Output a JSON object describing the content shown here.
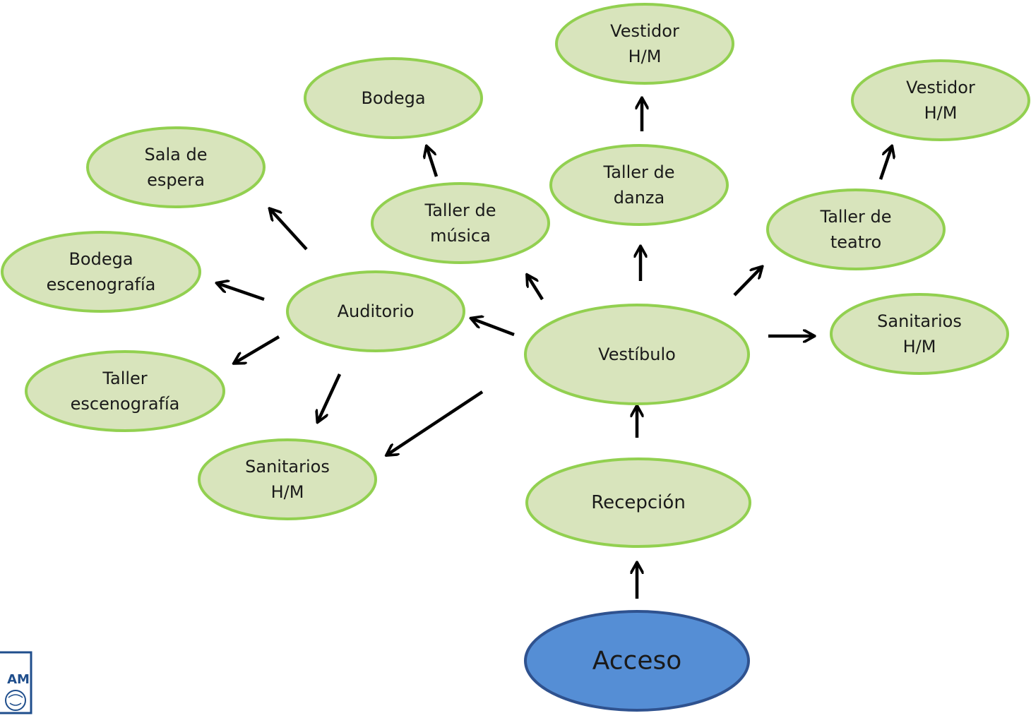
{
  "colors": {
    "node_fill": "#d8e4bc",
    "node_stroke": "#92d050",
    "access_fill": "#558ed5",
    "access_stroke": "#2f528f",
    "arrow": "#000000",
    "logo_blue": "#1f4e8c"
  },
  "logo": {
    "text": "AM"
  },
  "nodes": [
    {
      "id": "acceso",
      "lines": [
        "Acceso"
      ],
      "variant": "access"
    },
    {
      "id": "recepcion",
      "lines": [
        "Recepción"
      ]
    },
    {
      "id": "vestibulo",
      "lines": [
        "Vestíbulo"
      ]
    },
    {
      "id": "auditorio",
      "lines": [
        "Auditorio"
      ]
    },
    {
      "id": "taller-musica",
      "lines": [
        "Taller de",
        "música"
      ]
    },
    {
      "id": "taller-danza",
      "lines": [
        "Taller de",
        "danza"
      ]
    },
    {
      "id": "taller-teatro",
      "lines": [
        "Taller de",
        "teatro"
      ]
    },
    {
      "id": "sanitarios-vestibulo",
      "lines": [
        "Sanitarios",
        "H/M"
      ]
    },
    {
      "id": "bodega-musica",
      "lines": [
        "Bodega"
      ]
    },
    {
      "id": "vestidor-danza",
      "lines": [
        "Vestidor",
        "H/M"
      ]
    },
    {
      "id": "vestidor-teatro",
      "lines": [
        "Vestidor",
        "H/M"
      ]
    },
    {
      "id": "sala-espera",
      "lines": [
        "Sala de",
        "espera"
      ]
    },
    {
      "id": "bodega-escenografia",
      "lines": [
        "Bodega",
        "escenografía"
      ]
    },
    {
      "id": "taller-escenografia",
      "lines": [
        "Taller",
        "escenografía"
      ]
    },
    {
      "id": "sanitarios-auditorio",
      "lines": [
        "Sanitarios",
        "H/M"
      ]
    }
  ],
  "edges": [
    {
      "from": "acceso",
      "to": "recepcion"
    },
    {
      "from": "recepcion",
      "to": "vestibulo"
    },
    {
      "from": "vestibulo",
      "to": "taller-danza"
    },
    {
      "from": "taller-danza",
      "to": "vestidor-danza"
    },
    {
      "from": "vestibulo",
      "to": "taller-musica"
    },
    {
      "from": "taller-musica",
      "to": "bodega-musica"
    },
    {
      "from": "vestibulo",
      "to": "taller-teatro"
    },
    {
      "from": "taller-teatro",
      "to": "vestidor-teatro"
    },
    {
      "from": "vestibulo",
      "to": "sanitarios-vestibulo"
    },
    {
      "from": "vestibulo",
      "to": "auditorio"
    },
    {
      "from": "vestibulo",
      "to": "sanitarios-auditorio"
    },
    {
      "from": "auditorio",
      "to": "sala-espera"
    },
    {
      "from": "auditorio",
      "to": "bodega-escenografia"
    },
    {
      "from": "auditorio",
      "to": "taller-escenografia"
    },
    {
      "from": "auditorio",
      "to": "sanitarios-auditorio"
    }
  ]
}
